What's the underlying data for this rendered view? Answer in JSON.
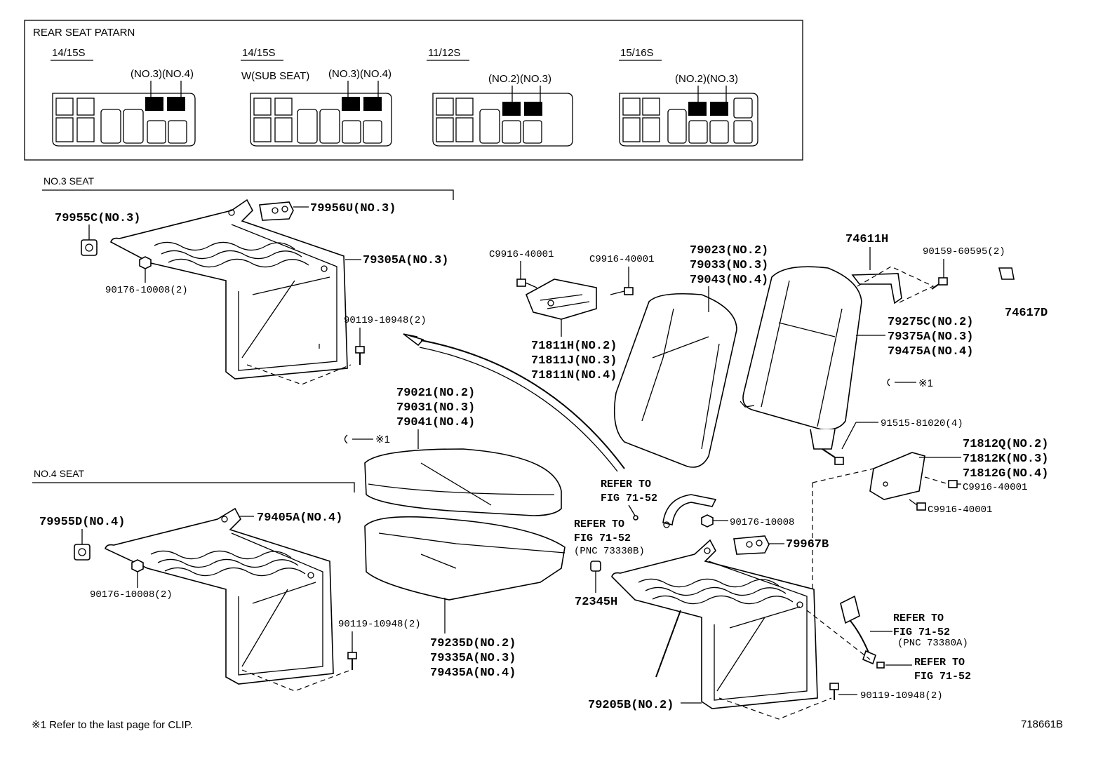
{
  "pattern_box": {
    "title": "REAR SEAT PATARN",
    "groups": [
      {
        "name": "14/15S",
        "sub": "",
        "markers": "(NO.3)(NO.4)"
      },
      {
        "name": "14/15S",
        "sub": "W(SUB SEAT)",
        "markers": "(NO.3)(NO.4)"
      },
      {
        "name": "11/12S",
        "sub": "",
        "markers": "(NO.2)(NO.3)"
      },
      {
        "name": "15/16S",
        "sub": "",
        "markers": "(NO.2)(NO.3)"
      }
    ]
  },
  "sections": {
    "no3_seat": "NO.3 SEAT",
    "no4_seat": "NO.4 SEAT"
  },
  "labels": {
    "p79955c": "79955C(NO.3)",
    "p79956u": "79956U(NO.3)",
    "p79305a": "79305A(NO.3)",
    "p90176_a": "90176-10008(2)",
    "p90119_a": "90119-10948(2)",
    "c9916_1": "C9916-40001",
    "c9916_2": "C9916-40001",
    "p71811": [
      "71811H(NO.2)",
      "71811J(NO.3)",
      "71811N(NO.4)"
    ],
    "p79023": [
      "79023(NO.2)",
      "79033(NO.3)",
      "79043(NO.4)"
    ],
    "p74611h": "74611H",
    "p90159": "90159-60595(2)",
    "p74617d": "74617D",
    "p79275c": [
      "79275C(NO.2)",
      "79375A(NO.3)",
      "79475A(NO.4)"
    ],
    "clip_1": "※1",
    "clip_2": "※1",
    "p79021": [
      "79021(NO.2)",
      "79031(NO.3)",
      "79041(NO.4)"
    ],
    "p91515": "91515-81020(4)",
    "p71812": [
      "71812Q(NO.2)",
      "71812K(NO.3)",
      "71812G(NO.4)"
    ],
    "c9916_3": "C9916-40001",
    "c9916_4": "C9916-40001",
    "refer_1": [
      "REFER TO",
      "FIG 71-52"
    ],
    "refer_2": [
      "REFER TO",
      "FIG 71-52",
      "(PNC 73330B)"
    ],
    "p90176_b": "90176-10008",
    "p79967b": "79967B",
    "p79955d": "79955D(NO.4)",
    "p79405a": "79405A(NO.4)",
    "p90176_c": "90176-10008(2)",
    "p90119_b": "90119-10948(2)",
    "p79235d": [
      "79235D(NO.2)",
      "79335A(NO.3)",
      "79435A(NO.4)"
    ],
    "p72345h": "72345H",
    "refer_3": [
      "REFER TO",
      "FIG 71-52",
      "(PNC 73380A)"
    ],
    "refer_4": [
      "REFER TO",
      "FIG 71-52"
    ],
    "p90119_c": "90119-10948(2)",
    "p79205b": "79205B(NO.2)"
  },
  "footer": {
    "note": "※1  Refer to the last page for CLIP.",
    "illustration_no": "718661B"
  }
}
